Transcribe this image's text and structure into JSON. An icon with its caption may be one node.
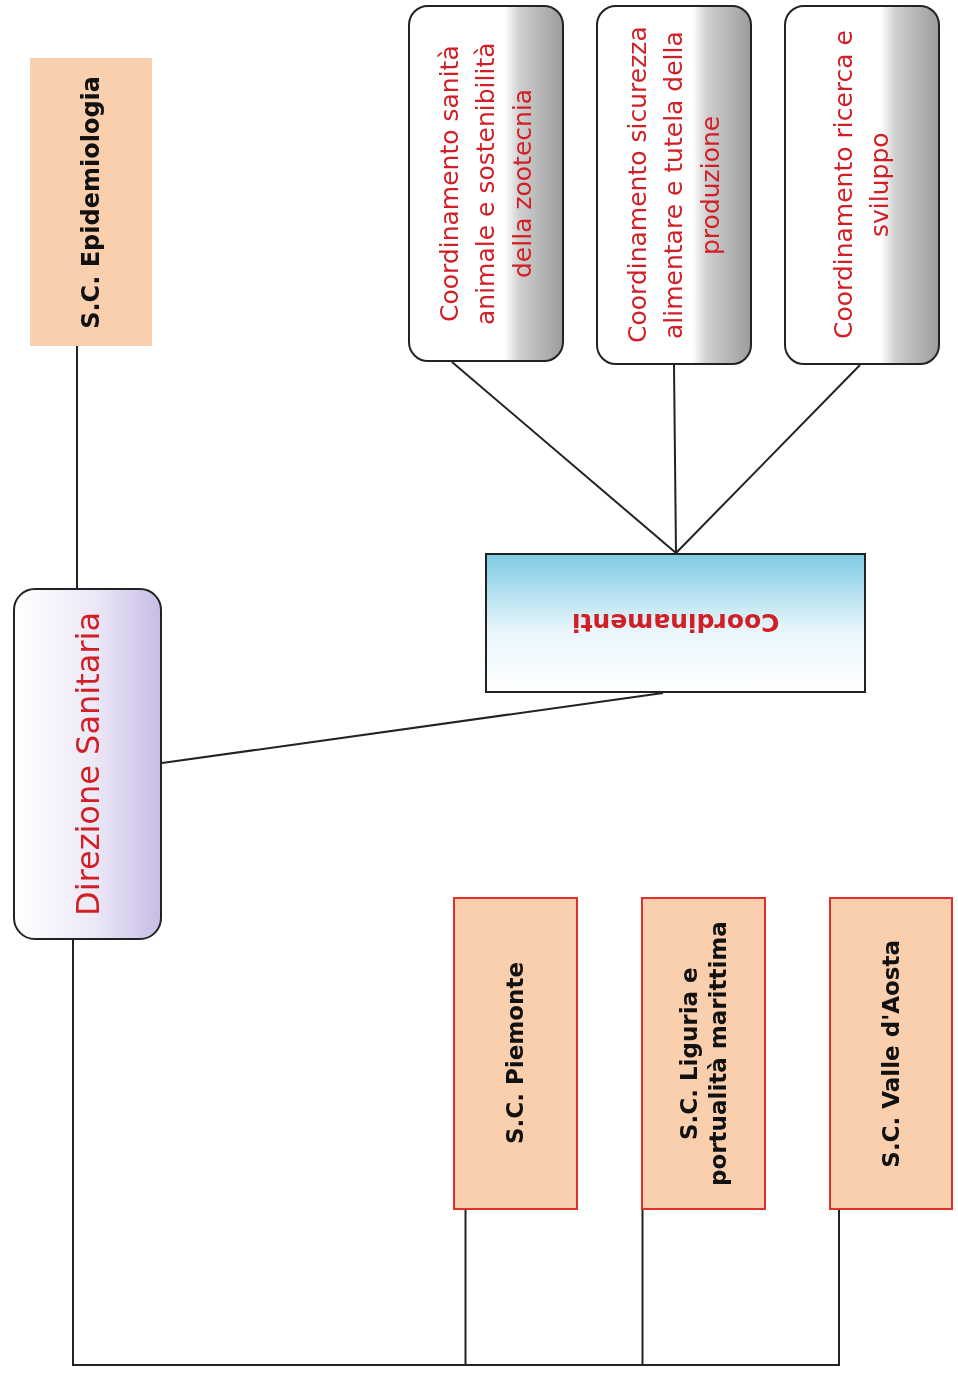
{
  "diagram": {
    "nodes": [
      {
        "text": [
          "S.C. Epidemiologia"
        ]
      },
      {
        "text": [
          "Direzione Sanitaria"
        ]
      },
      {
        "text": [
          "Coordinamenti"
        ]
      },
      {
        "text": [
          "Coordinamento sanità animale e sostenibilità della zootecnia"
        ]
      },
      {
        "text": [
          "Coordinamento sicurezza alimentare e tutela della produzione"
        ]
      },
      {
        "text": [
          "Coordinamento ricerca e sviluppo"
        ]
      },
      {
        "text": [
          "S.C. Piemonte"
        ]
      },
      {
        "text": [
          "S.C. Liguria e portualità marittima"
        ]
      },
      {
        "text": [
          "S.C. Valle d'Aosta"
        ]
      }
    ],
    "edges": [
      {
        "from": 0,
        "to": 1,
        "arrow": "none"
      },
      {
        "from": 1,
        "to": 2,
        "arrow": "none"
      },
      {
        "from": 2,
        "to": 3,
        "arrow": "none"
      },
      {
        "from": 2,
        "to": 4,
        "arrow": "none"
      },
      {
        "from": 2,
        "to": 5,
        "arrow": "none"
      },
      {
        "from": 1,
        "to": 6,
        "arrow": "none"
      },
      {
        "from": 1,
        "to": 7,
        "arrow": "none"
      },
      {
        "from": 1,
        "to": 8,
        "arrow": "none"
      }
    ]
  }
}
